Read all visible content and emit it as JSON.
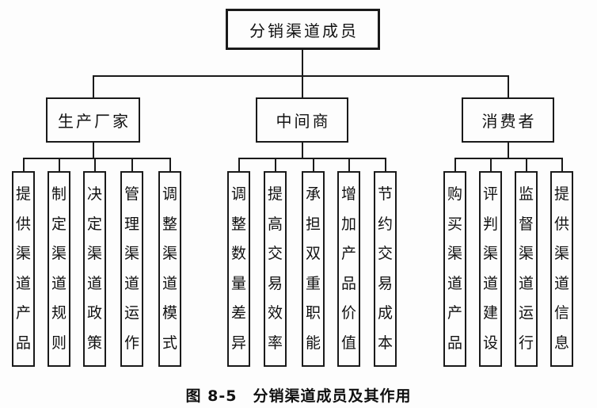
{
  "figure": {
    "root": {
      "label": "分销渠道成员"
    },
    "branches": [
      {
        "label": "生产厂家",
        "children": [
          "提供渠道产品",
          "制定渠道规则",
          "决定渠道政策",
          "管理渠道运作",
          "调整渠道模式"
        ]
      },
      {
        "label": "中间商",
        "children": [
          "调整数量差异",
          "提高交易效率",
          "承担双重职能",
          "增加产品价值",
          "节约交易成本"
        ]
      },
      {
        "label": "消费者",
        "children": [
          "购买渠道产品",
          "评判渠道建设",
          "监督渠道运行",
          "提供渠道信息"
        ]
      }
    ],
    "caption": "图 8-5　分销渠道成员及其作用",
    "colors": {
      "line": "#1a1a1a",
      "background": "#fdfdfd",
      "text": "#111111"
    }
  }
}
